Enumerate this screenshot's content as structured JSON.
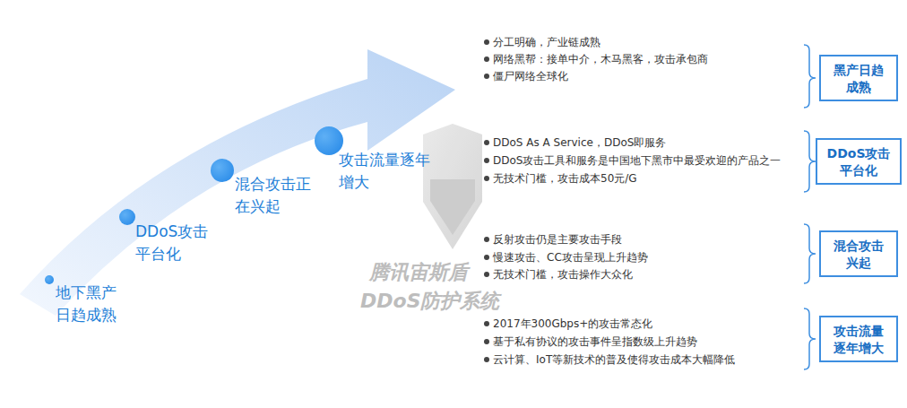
{
  "diagram": {
    "nodes": [
      {
        "text": [
          "地下黑产日趋成熟"
        ]
      },
      {
        "text": [
          "DDoS攻击平台化"
        ]
      },
      {
        "text": [
          "混合攻击正在兴起"
        ]
      },
      {
        "text": [
          "攻击流量逐年增大"
        ]
      },
      {
        "text": [
          "黑产日趋成熟"
        ]
      },
      {
        "text": [
          "DDoS攻击平台化"
        ]
      },
      {
        "text": [
          "混合攻击兴起"
        ]
      },
      {
        "text": [
          "攻击流量逐年增大"
        ]
      }
    ],
    "edges": [],
    "labels": [
      "分工明确，产业链成熟",
      "网络黑帮：接单中介，木马黑客，攻击承包商",
      "僵尸网络全球化",
      "DDoS As A Service，DDoS即服务",
      "DDoS攻击工具和服务是中国地下黑市中最受欢迎的产品之一",
      "无技术门槛，攻击成本50元/G",
      "反射攻击仍是主要攻击手段",
      "慢速攻击、CC攻击呈现上升趋势",
      "无技术门槛，攻击操作大众化",
      "2017年300Gbps+的攻击常态化",
      "基于私有协议的攻击事件呈指数级上升趋势",
      "云计算、IoT等新技术的普及使得攻击成本大幅降低",
      "腾讯宙斯盾",
      "DDoS防护系统"
    ]
  }
}
